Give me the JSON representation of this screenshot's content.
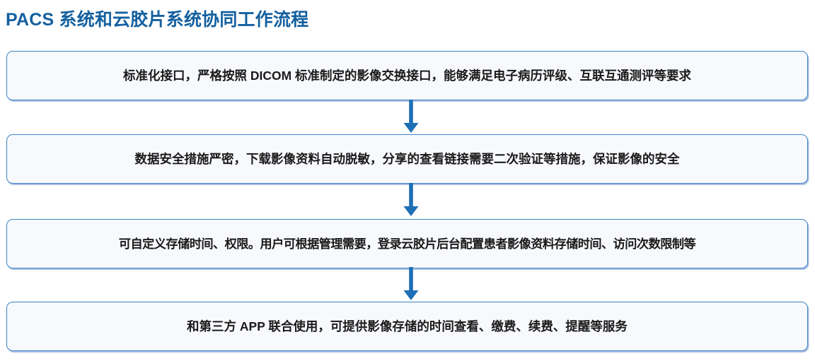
{
  "title": "PACS 系统和云胶片系统协同工作流程",
  "theme": {
    "title_color": "#14609f",
    "box_border_color": "#3d85c6",
    "box_fill_color": "#f8f9fd",
    "arrow_color": "#1f6fb5",
    "text_color": "#1a1a1a",
    "page_background": "#ffffff"
  },
  "flow": {
    "steps": [
      {
        "index": 1,
        "text": "标准化接口，严格按照 DICOM 标准制定的影像交换接口，能够满足电子病历评级、互联互通测评等要求"
      },
      {
        "index": 2,
        "text": "数据安全措施严密，下载影像资料自动脱敏，分享的查看链接需要二次验证等措施，保证影像的安全"
      },
      {
        "index": 3,
        "text": "可自定义存储时间、权限。用户可根据管理需要，登录云胶片后台配置患者影像资料存储时间、访问次数限制等"
      },
      {
        "index": 4,
        "text": "和第三方 APP 联合使用，可提供影像存储的时间查看、缴费、续费、提醒等服务"
      }
    ],
    "connectors": [
      {
        "index": 1,
        "from_step": 1,
        "to_step": 2,
        "direction": "down"
      },
      {
        "index": 2,
        "from_step": 2,
        "to_step": 3,
        "direction": "down"
      },
      {
        "index": 3,
        "from_step": 3,
        "to_step": 4,
        "direction": "down"
      }
    ]
  }
}
